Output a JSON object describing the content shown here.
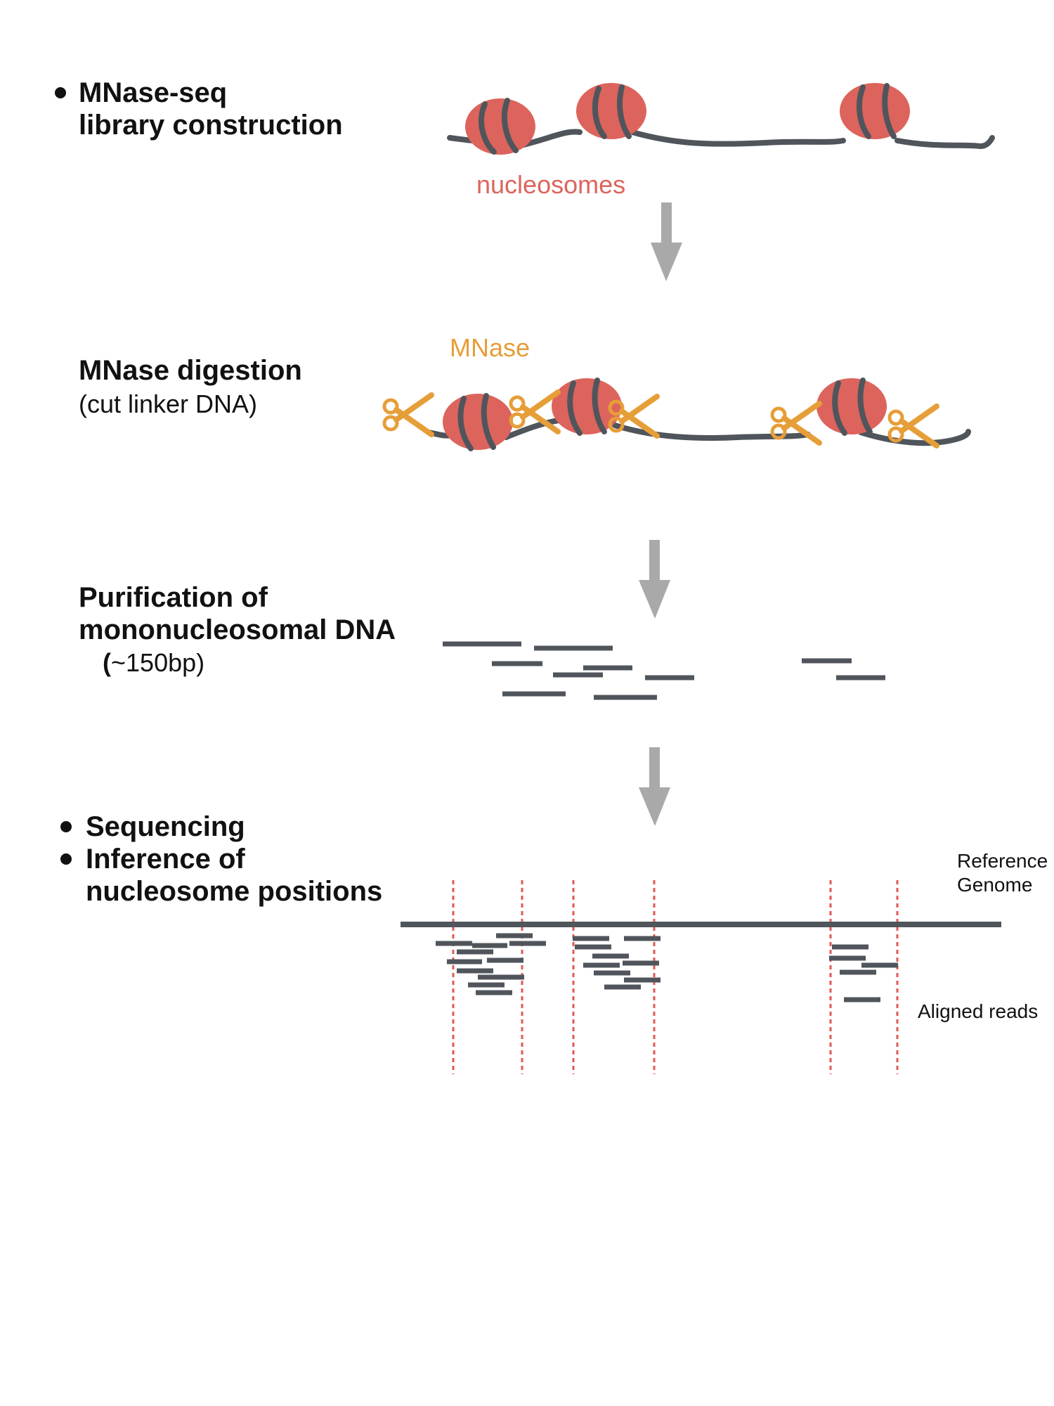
{
  "steps": {
    "library": {
      "line1": "MNase-seq",
      "line2": "library construction"
    },
    "digestion": {
      "line1": "MNase digestion",
      "line2": "(cut linker DNA)"
    },
    "purification": {
      "line1": "Purification of",
      "line2": "mononucleosomal DNA",
      "line3_paren": "(",
      "line3_rest": "~150bp)"
    },
    "sequencing": {
      "item1": "Sequencing",
      "item2_line1": "Inference of",
      "item2_line2": "nucleosome positions"
    }
  },
  "labels": {
    "nucleosomes": "nucleosomes",
    "mnase": "MNase",
    "reference_line1": "Reference",
    "reference_line2": "Genome",
    "aligned_reads": "Aligned reads"
  },
  "colors": {
    "nucleosome": "#dc645c",
    "dna": "#50555c",
    "mnase": "#e69e38",
    "arrow": "#a9a9a9",
    "marker": "#e05a55",
    "text": "#111111"
  },
  "icons": [
    "scissors-icon",
    "down-arrow-icon",
    "nucleosome-icon"
  ]
}
